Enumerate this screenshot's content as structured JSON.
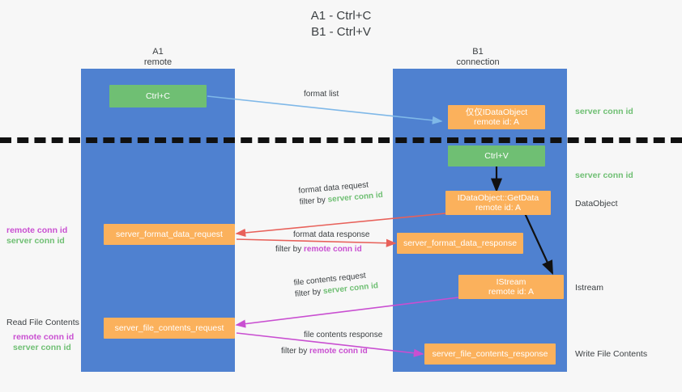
{
  "title": {
    "line1": "A1 - Ctrl+C",
    "line2": "B1 - Ctrl+V"
  },
  "colors": {
    "lane": "#4f81d0",
    "green_box": "#6fbf73",
    "orange_box": "#fbb15c",
    "server_conn_id": "#6fbf73",
    "remote_conn_id": "#c94fd1",
    "background": "#f7f7f7",
    "arrow_blue": "#7fb8e8",
    "arrow_red": "#e8615a",
    "arrow_magenta": "#c94fd1",
    "arrow_black": "#111111"
  },
  "columns": [
    {
      "name": "A1",
      "sub": "remote"
    },
    {
      "name": "B1",
      "sub": "connection"
    }
  ],
  "nodes": {
    "ctrl_c": {
      "label": "Ctrl+C"
    },
    "ctrl_v": {
      "label": "Ctrl+V"
    },
    "idataobject": {
      "line1": "仅仅IDataObject",
      "line2": "remote id: A"
    },
    "getdata": {
      "line1": "IDataObject::GetData",
      "line2": "remote id: A"
    },
    "istream": {
      "line1": "IStream",
      "line2": "remote id: A"
    },
    "server_format_data_request": {
      "label": "server_format_data_request"
    },
    "server_format_data_response": {
      "label": "server_format_data_response"
    },
    "server_file_contents_request": {
      "label": "server_file_contents_request"
    },
    "server_file_contents_response": {
      "label": "server_file_contents_response"
    }
  },
  "right_labels": {
    "server_conn_id_top": "server conn id",
    "server_conn_id_mid": "server conn id",
    "dataobject": "DataObject",
    "istream": "Istream",
    "write_file_contents": "Write File Contents"
  },
  "left_labels": {
    "remote_conn_id_mid": "remote conn id",
    "server_conn_id_mid": "server conn id",
    "read_file_contents": "Read File Contents",
    "remote_conn_id_bottom": "remote conn id",
    "server_conn_id_bottom": "server conn id"
  },
  "arrow_labels": {
    "format_list": "format list",
    "format_data_request": "format data request",
    "format_data_request_filter_prefix": "filter by ",
    "format_data_request_filter_value": "server conn id",
    "format_data_response": "format data response",
    "format_data_response_filter_prefix": "filter by ",
    "format_data_response_filter_value": "remote conn id",
    "file_contents_request": "file contents request",
    "file_contents_request_filter_prefix": "filter by ",
    "file_contents_request_filter_value": "server conn id",
    "file_contents_response": "file contents response",
    "file_contents_response_filter_prefix": "filter by ",
    "file_contents_response_filter_value": "remote conn id"
  }
}
